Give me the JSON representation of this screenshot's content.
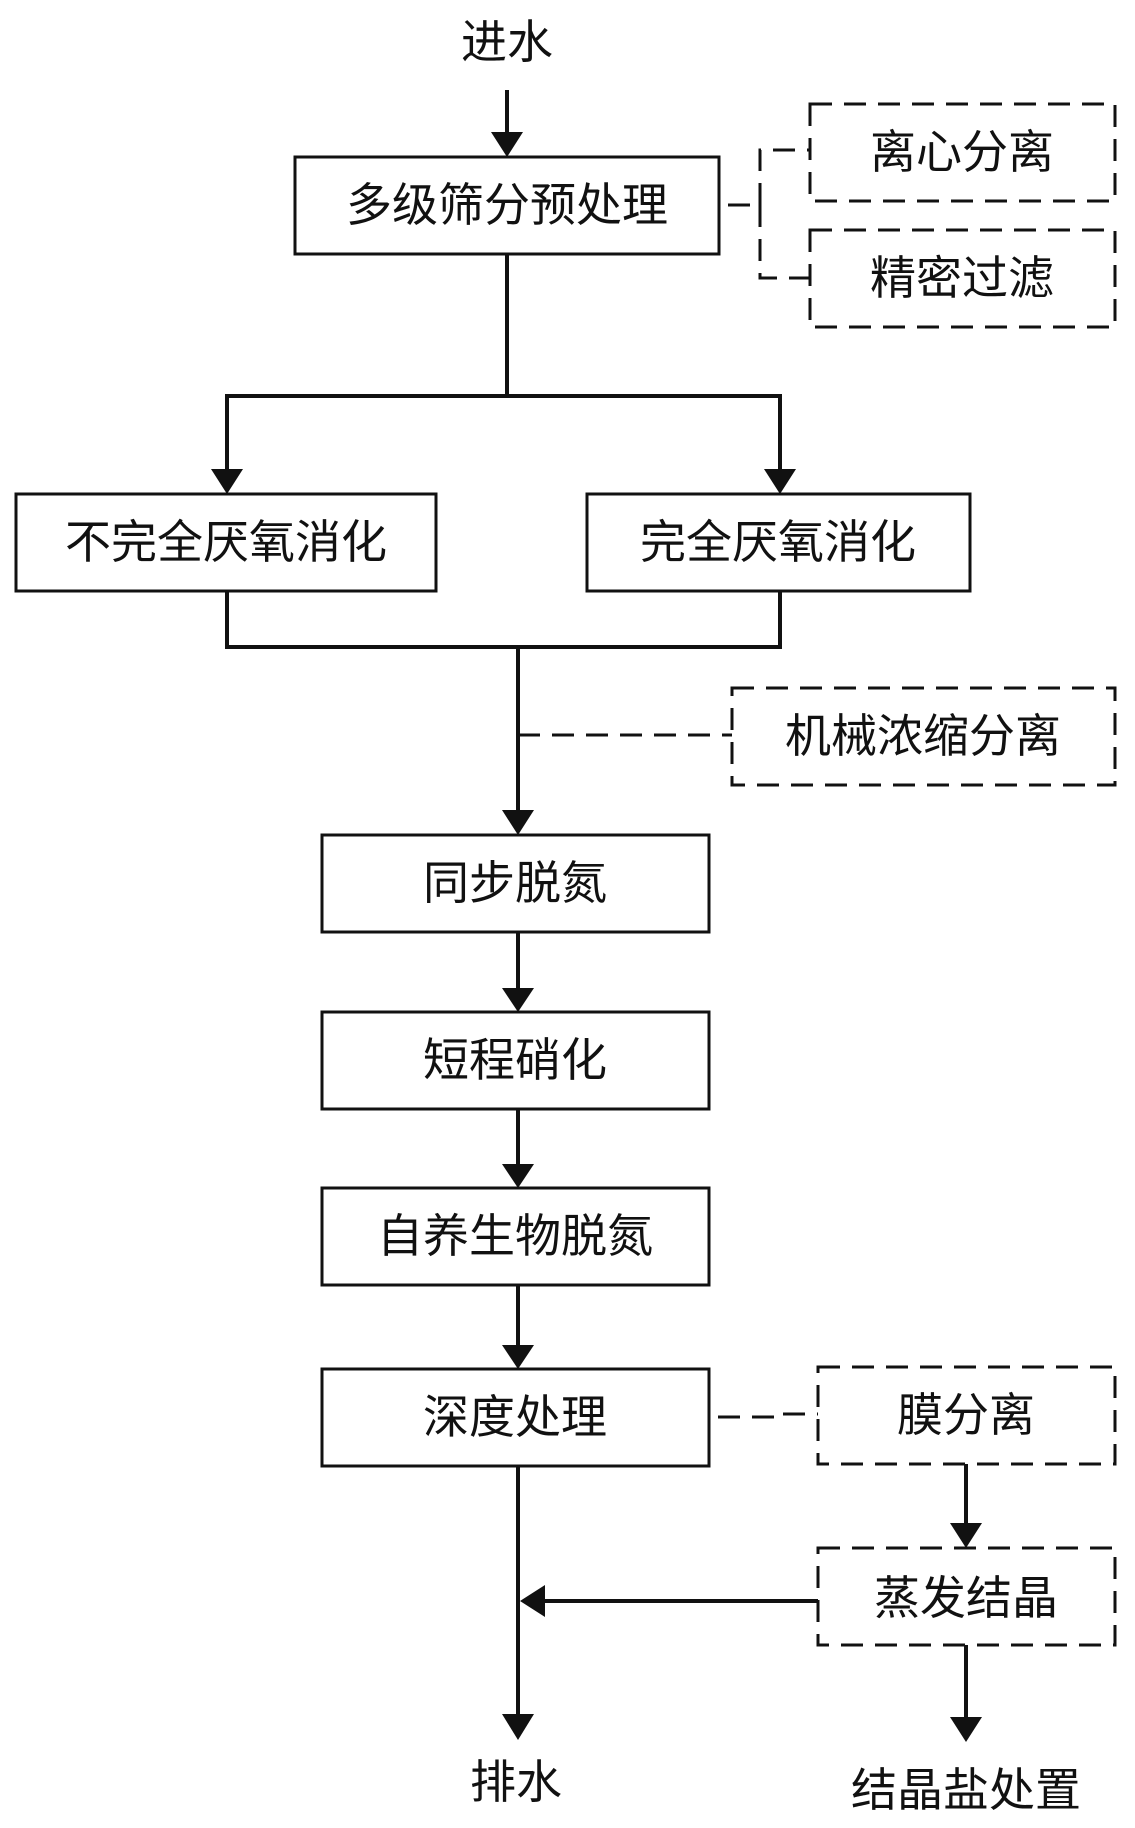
{
  "diagram": {
    "inlet": "进水",
    "outlet": "排水",
    "salt_disposal": "结晶盐处置",
    "pretreatment": {
      "main": "多级筛分预处理",
      "options": [
        "离心分离",
        "精密过滤"
      ]
    },
    "digestion": {
      "incomplete": "不完全厌氧消化",
      "complete": "完全厌氧消化"
    },
    "mechanical_separation": "机械浓缩分离",
    "steps": [
      "同步脱氮",
      "短程硝化",
      "自养生物脱氮",
      "深度处理"
    ],
    "membrane": "膜分离",
    "evaporation": "蒸发结晶",
    "colors": {
      "line": "#111111",
      "box_border": "#111111",
      "background": "#ffffff"
    }
  }
}
